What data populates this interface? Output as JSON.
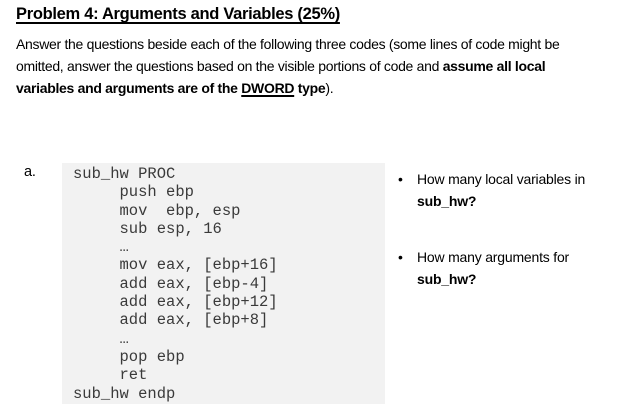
{
  "header": {
    "title": "Problem 4: Arguments and Variables (25%)"
  },
  "intro": {
    "normal_1": "Answer the questions beside each of the following three codes (some lines of code might be\nomitted, answer the questions based on the visible portions of code and ",
    "bold_1": "assume all local\nvariables and arguments are of the ",
    "bold_underline": "DWORD",
    "bold_2": " type",
    "normal_2": ")."
  },
  "section": {
    "label": "a."
  },
  "code": {
    "procedure_name": "sub_hw",
    "lines": [
      "sub_hw PROC",
      "     push ebp",
      "     mov  ebp, esp",
      "     sub esp, 16",
      "     …",
      "     mov eax, [ebp+16]",
      "     add eax, [ebp-4]",
      "     add eax, [ebp+12]",
      "     add eax, [ebp+8]",
      "     …",
      "     pop ebp",
      "     ret",
      "sub_hw endp"
    ]
  },
  "questions": {
    "bullet_glyph": "•",
    "items": [
      {
        "text": "How many local variables in\n",
        "emphasis": "sub_hw?"
      },
      {
        "text": "How many arguments for\n",
        "emphasis": "sub_hw?"
      }
    ]
  },
  "colors": {
    "page_background": "#ffffff",
    "code_background": "#f2f2f2",
    "body_text": "#000000",
    "code_text": "#3a3a3a"
  }
}
